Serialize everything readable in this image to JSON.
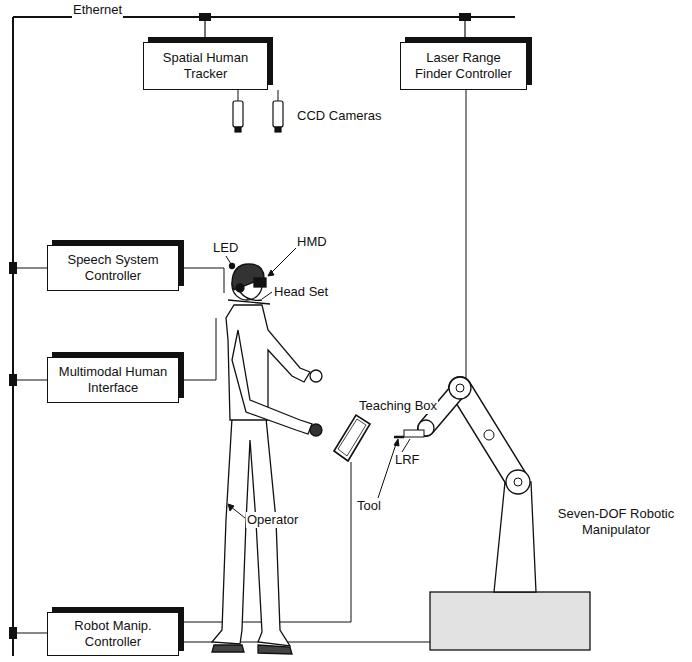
{
  "diagram": {
    "nodes": [
      {
        "text": [
          "Spatial Human Tracker"
        ]
      },
      {
        "text": [
          "Laser Range Finder Controller"
        ]
      },
      {
        "text": [
          "Speech System Controller"
        ]
      },
      {
        "text": [
          "Multimodal Human Interface"
        ]
      },
      {
        "text": [
          "Robot Manip. Controller"
        ]
      }
    ],
    "labels": [
      "Ethernet",
      "CCD Cameras",
      "LED",
      "HMD",
      "Head Set",
      "Teaching Box",
      "Operator",
      "LRF",
      "Tool",
      "Seven-DOF Robotic Manipulator"
    ]
  }
}
